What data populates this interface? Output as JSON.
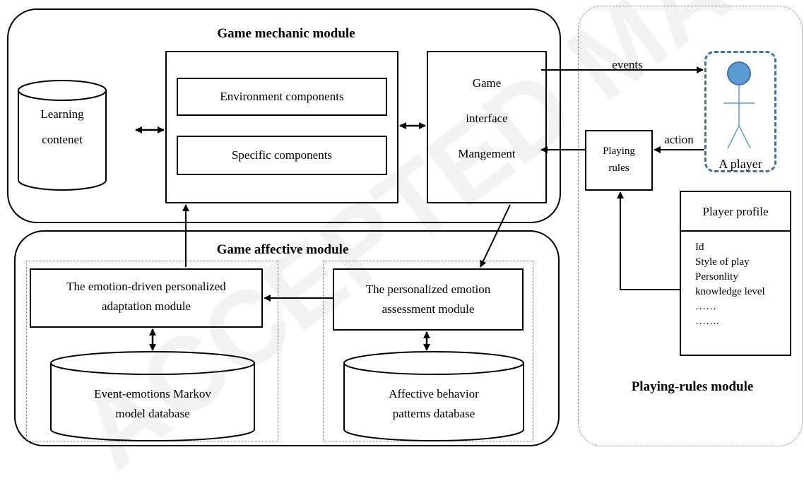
{
  "modules": {
    "mechanic": {
      "title": "Game mechanic module"
    },
    "affective": {
      "title": "Game affective module"
    },
    "rules": {
      "title": "Playing-rules module"
    }
  },
  "learning_content": {
    "line1": "Learning",
    "line2": "contenet"
  },
  "components": {
    "environment": "Environment  components",
    "specific": "Specific  components"
  },
  "interface": {
    "line1": "Game",
    "line2": "interface",
    "line3": "Mangement"
  },
  "player": {
    "label": "A player",
    "events": "events",
    "action": "action"
  },
  "playing_rules": {
    "line1": "Playing",
    "line2": "rules"
  },
  "profile": {
    "title": "Player profile",
    "items": [
      "Id",
      "Style of play",
      "Personlity",
      "knowledge level",
      "……",
      "……."
    ]
  },
  "adaptation": {
    "line1": "The emotion-driven personalized",
    "line2": "adaptation module"
  },
  "assessment": {
    "line1": "The personalized emotion",
    "line2": "assessment module"
  },
  "markov_db": {
    "line1": "Event-emotions Markov",
    "line2": "model database"
  },
  "patterns_db": {
    "line1": "Affective behavior",
    "line2": "patterns database"
  },
  "watermark": "ACCEPTED MANUSCRIPT",
  "colors": {
    "player_fill": "#5b9bd5",
    "player_stroke": "#41719c",
    "watermark": "#000000"
  }
}
